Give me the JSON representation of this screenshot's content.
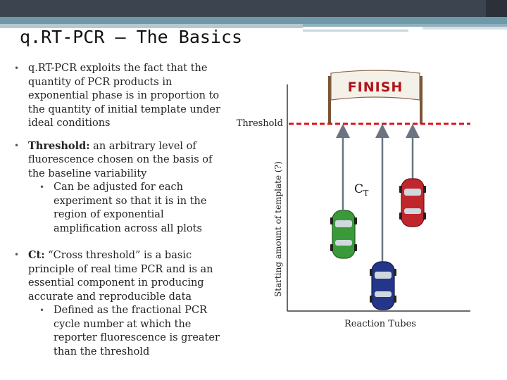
{
  "slide": {
    "title": "q.RT-PCR – The Basics",
    "bullet1": "q.RT-PCR exploits the fact that the quantity of PCR products in exponential phase is in proportion to the quantity of initial template under ideal conditions",
    "bullet2_term": "Threshold:",
    "bullet2_text": " an arbitrary level of fluorescence chosen on the basis of the baseline variability",
    "bullet2_sub": "Can be adjusted for each experiment so that it is in the region of exponential amplification across all plots",
    "bullet3_term": "Ct:",
    "bullet3_text": " “Cross threshold” is a basic principle of real time PCR and is an essential component in producing accurate and reproducible data",
    "bullet3_sub": "Defined as the fractional PCR cycle number at which the reporter fluorescence is greater than the threshold"
  },
  "figure": {
    "banner_text": "FINISH",
    "threshold_label": "Threshold",
    "y_axis_label": "Starting amount of template (?)",
    "x_axis_label": "Reaction Tubes",
    "ct_label_main": "C",
    "ct_label_sub": "T",
    "car_colors": {
      "green": "#3a9a3a",
      "red": "#c0262c",
      "blue": "#24368a"
    },
    "threshold_color": "#d9141c"
  }
}
